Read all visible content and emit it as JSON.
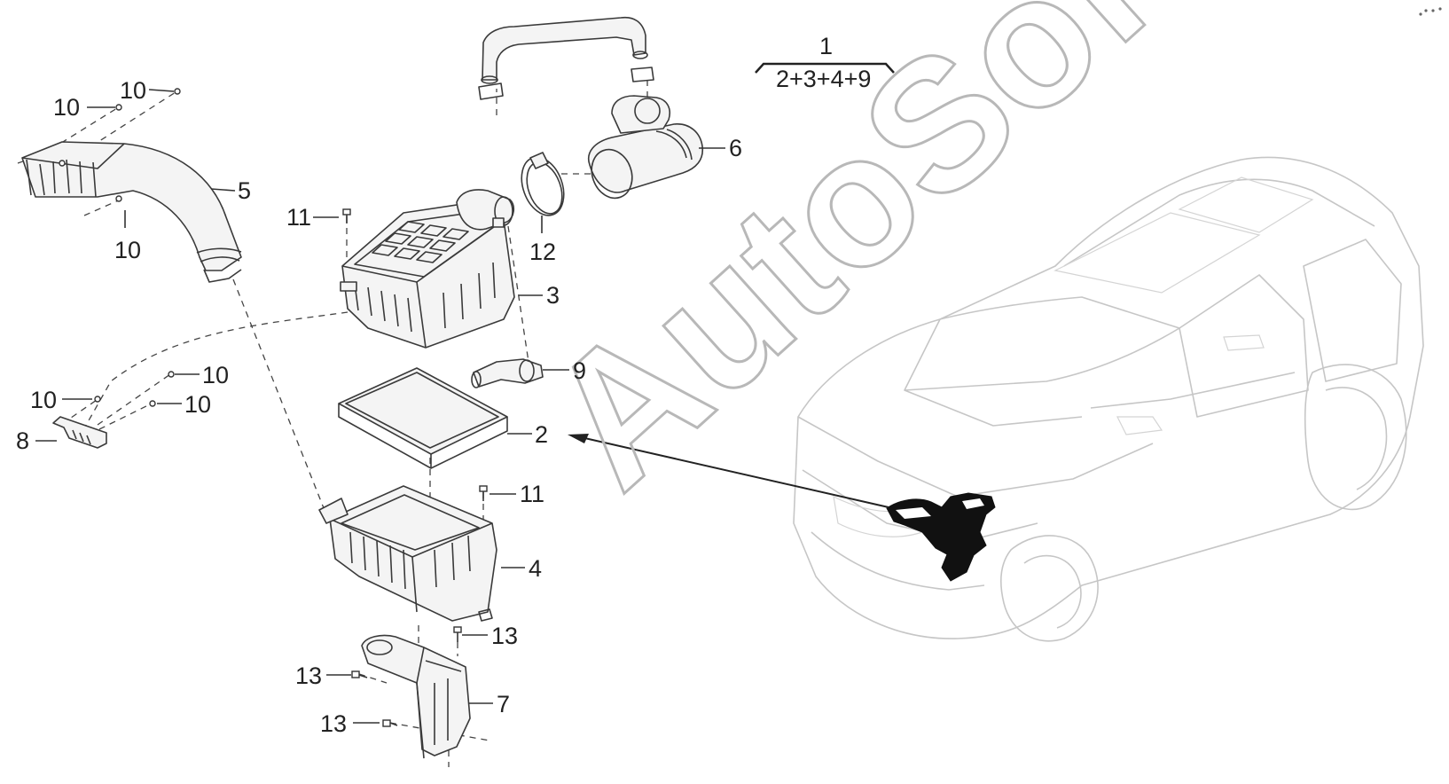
{
  "watermark": {
    "text": "AutoSoft"
  },
  "group": {
    "number": "1",
    "composition": "2+3+4+9"
  },
  "callouts": {
    "p1": "10",
    "p2": "10",
    "p3": "5",
    "p4": "10",
    "p5": "11",
    "p6": "6",
    "p7": "12",
    "p8": "3",
    "p9": "9",
    "p10": "10",
    "p11": "10",
    "p12": "10",
    "p13": "8",
    "p14": "2",
    "p15": "11",
    "p16": "4",
    "p17": "13",
    "p18": "13",
    "p19": "7",
    "p20": "13"
  },
  "colors": {
    "line": "#3a3a3a",
    "car_outline": "#c6c6c6",
    "watermark": "#b8b8b8",
    "highlight": "#111111"
  }
}
